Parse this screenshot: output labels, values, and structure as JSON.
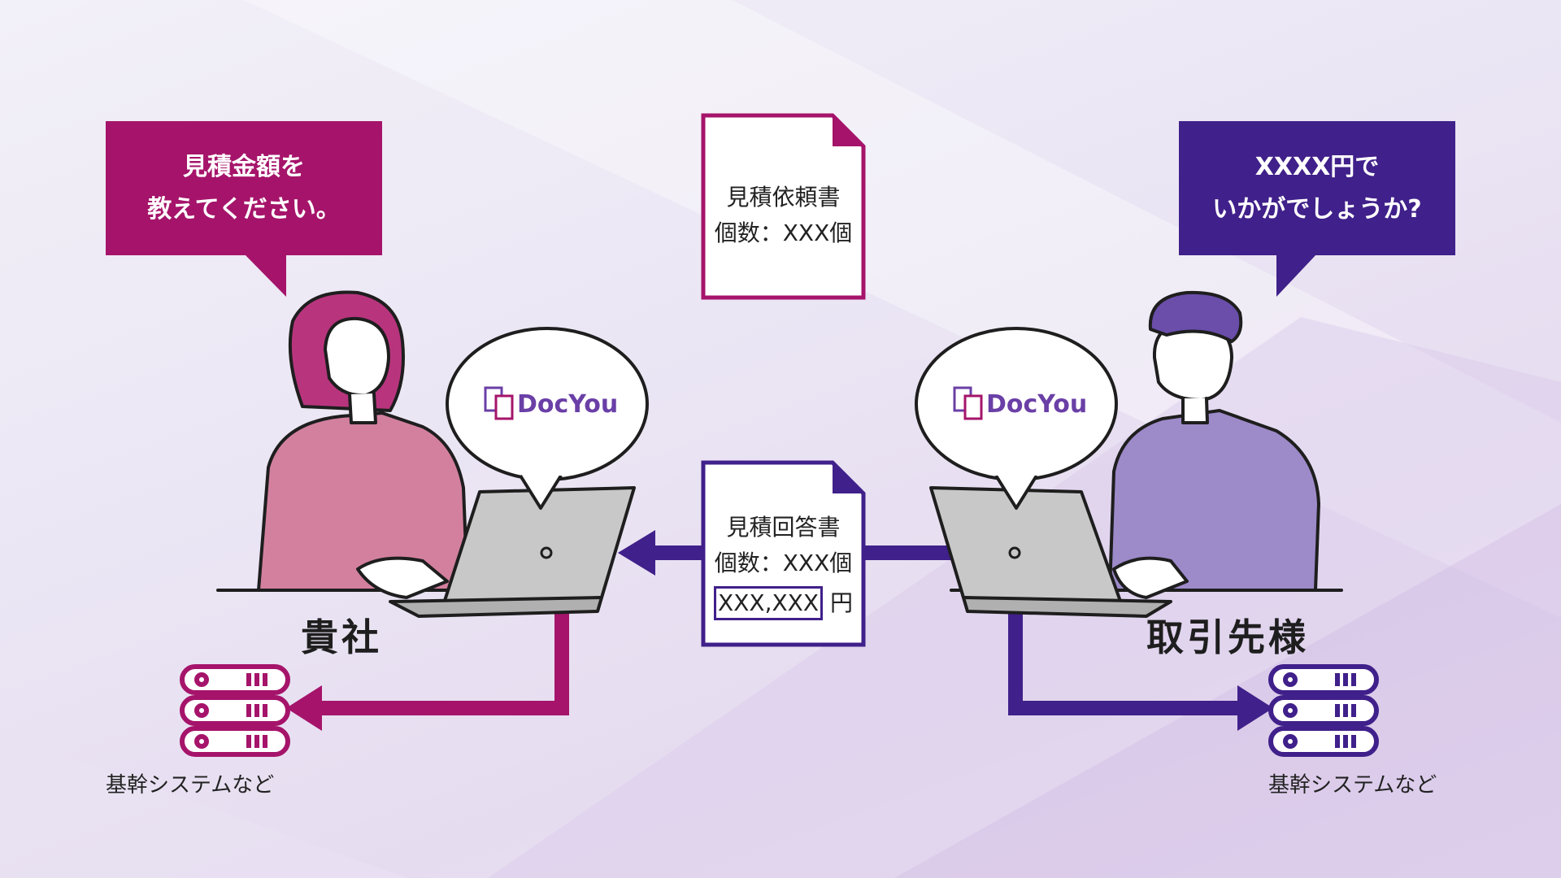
{
  "left_party": {
    "speech": [
      "見積金額を",
      "教えてください。"
    ],
    "label": "貴社",
    "system_label": "基幹システムなど",
    "color": "#a5146a"
  },
  "right_party": {
    "speech": [
      "XXXX円で",
      "いかがでしょうか?"
    ],
    "label": "取引先様",
    "system_label": "基幹システムなど",
    "color": "#40208a"
  },
  "request_doc": {
    "title": "見積依頼書",
    "quantity": "個数：XXX個"
  },
  "response_doc": {
    "title": "見積回答書",
    "quantity": "個数：XXX個",
    "price": "XXX,XXX",
    "price_unit": "円"
  },
  "logo": {
    "text": "DocYou",
    "icon": "document-stack-icon"
  }
}
